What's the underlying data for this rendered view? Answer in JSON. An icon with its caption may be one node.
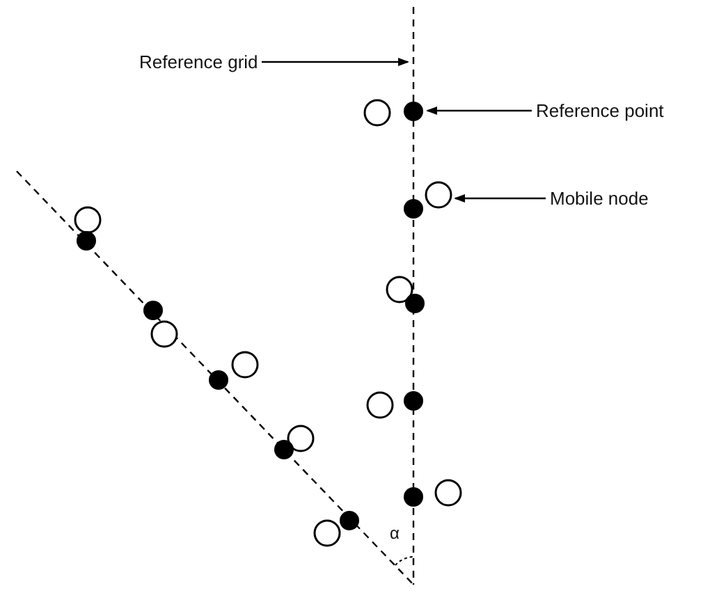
{
  "diagram": {
    "nodes": [
      {
        "text": [
          "Reference grid"
        ]
      },
      {
        "text": [],
        "shape": "line"
      },
      {
        "text": [
          "Reference point"
        ]
      },
      {
        "text": [],
        "shape": "circle"
      },
      {
        "text": [
          "Mobile node"
        ]
      },
      {
        "text": [],
        "shape": "circle"
      },
      {
        "text": [],
        "shape": "circle"
      },
      {
        "text": [],
        "shape": "circle"
      },
      {
        "text": [],
        "shape": "circle"
      },
      {
        "text": [],
        "shape": "circle"
      },
      {
        "text": [],
        "shape": "circle"
      },
      {
        "text": [],
        "shape": "circle"
      },
      {
        "text": [],
        "shape": "circle"
      },
      {
        "text": [],
        "shape": "circle"
      },
      {
        "text": [],
        "shape": "circle"
      },
      {
        "text": [],
        "shape": "circle"
      },
      {
        "text": [],
        "shape": "circle"
      },
      {
        "text": [],
        "shape": "circle"
      },
      {
        "text": [],
        "shape": "circle"
      },
      {
        "text": [],
        "shape": "circle"
      },
      {
        "text": [],
        "shape": "circle"
      },
      {
        "text": [],
        "shape": "circle"
      },
      {
        "text": [],
        "shape": "circle"
      },
      {
        "text": [],
        "shape": "circle"
      }
    ],
    "edges": [
      {
        "from": 0,
        "to": 1,
        "arrow": "to"
      },
      {
        "from": 2,
        "to": 3,
        "arrow": "to"
      },
      {
        "from": 4,
        "to": 5,
        "arrow": "to"
      }
    ],
    "labels": [
      "α"
    ]
  }
}
